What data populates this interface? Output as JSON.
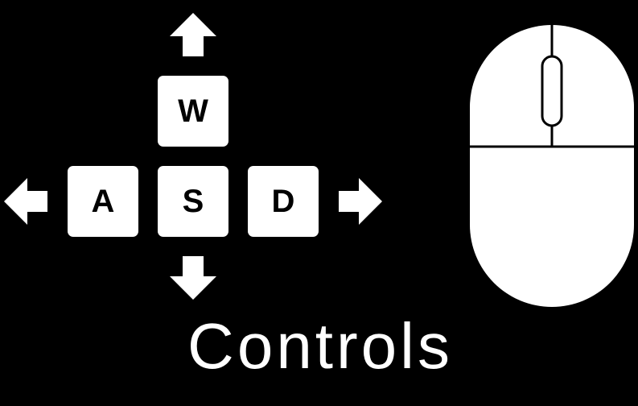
{
  "colors": {
    "background": "#000000",
    "foreground": "#ffffff",
    "key_text": "#000000"
  },
  "keys": {
    "up": "W",
    "left": "A",
    "down": "S",
    "right": "D"
  },
  "icons": {
    "arrow_up": "arrow-up-icon",
    "arrow_down": "arrow-down-icon",
    "arrow_left": "arrow-left-icon",
    "arrow_right": "arrow-right-icon",
    "mouse": "mouse-icon"
  },
  "title": "Controls"
}
